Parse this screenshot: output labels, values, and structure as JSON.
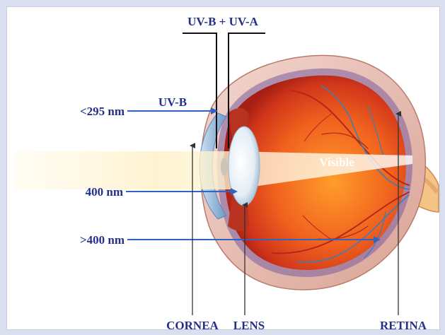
{
  "labels": {
    "top": "UV-B + UV-A",
    "uvb": "UV-B",
    "nm295": "<295 nm",
    "nm400": "400 nm",
    "nm400plus": ">400 nm",
    "visible": "Visible",
    "cornea": "CORNEA",
    "lens": "LENS",
    "retina": "RETINA"
  },
  "colors": {
    "label_text": "#24308a",
    "arrow_blue": "#2f64c2",
    "background_frame": "#d9dfee"
  }
}
